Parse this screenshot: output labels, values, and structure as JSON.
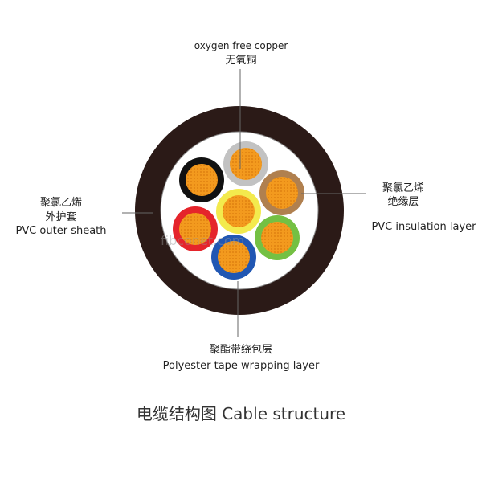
{
  "labels": {
    "conductor_en": "oxygen free copper",
    "conductor_zh": "无氧铜",
    "outer_zh_1": "聚氯乙烯",
    "outer_zh_2": "外护套",
    "outer_en": "PVC outer sheath",
    "insulation_zh_1": "聚氯乙烯",
    "insulation_zh_2": "绝缘层",
    "insulation_en": "PVC insulation layer",
    "tape_zh": "聚酯带绕包层",
    "tape_en": "Polyester tape wrapping layer"
  },
  "caption": "电缆结构图 Cable structure",
  "watermark": "fibconet.com",
  "colors": {
    "outer_sheath": "#2b1a17",
    "tape_layer": "#ffffff",
    "tape_outline": "#8a8a8a",
    "copper_fill": "#f39a1e",
    "leader_line": "#666666"
  },
  "cores": [
    {
      "name": "core-black",
      "insulation": "#111111"
    },
    {
      "name": "core-grey",
      "insulation": "#c2c2c2"
    },
    {
      "name": "core-brown",
      "insulation": "#b0804f"
    },
    {
      "name": "core-green",
      "insulation": "#74c043"
    },
    {
      "name": "core-blue",
      "insulation": "#2157b3"
    },
    {
      "name": "core-red",
      "insulation": "#e5242b"
    },
    {
      "name": "core-yellow",
      "insulation": "#f3ea4d"
    }
  ]
}
